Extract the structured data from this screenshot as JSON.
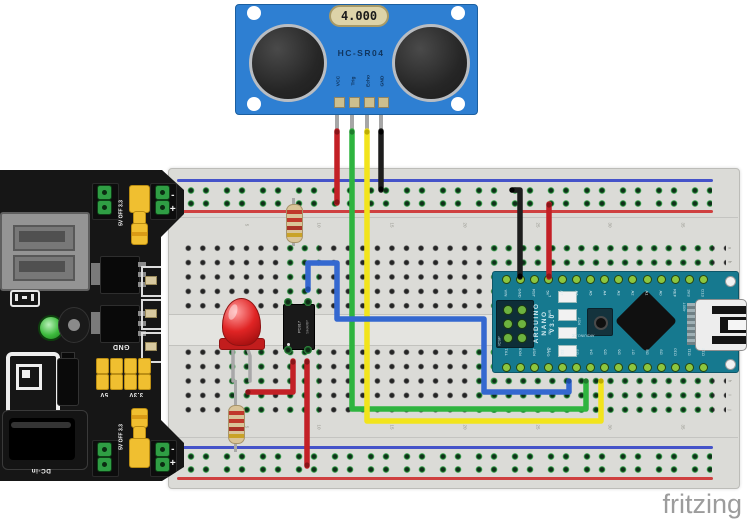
{
  "colors": {
    "page_bg": "#ffffff",
    "board_gray": "#dbdbd7",
    "rail_blue": "#4553c9",
    "rail_red": "#cf4040",
    "hole_green": "#2f9e44",
    "module_black": "#161616",
    "jumper_yellow": "#f0bf30",
    "sensor_blue": "#2e7fd2",
    "nano_teal": "#16798f",
    "pin_green": "#8cc63f",
    "wire_red": "#c32026",
    "wire_green": "#2eb43f",
    "wire_yellow": "#f2e41c",
    "wire_black": "#1d1d1d",
    "wire_blue": "#3468d0",
    "led_red": "#e02424",
    "resistor_beige": "#d9c498",
    "logo_gray": "#9c9c9c"
  },
  "sensor": {
    "part": "HC-SR04",
    "crystal_label": "4.000",
    "board_label": "HC-SR04",
    "pin_labels": [
      "VCC",
      "Trig",
      "Echo",
      "GND"
    ]
  },
  "nano": {
    "brand_line1": "ARDUINO",
    "brand_line2": "NANO",
    "brand_line3": "V3.0",
    "icsp_label": "ICSP",
    "reset_label": "RST",
    "cc_label": "ARDUINO.CC",
    "usb_label": "USB",
    "chip_marking": "4007",
    "status_led_labels": [
      "L",
      "PWR",
      "RX",
      "TX"
    ],
    "pins_top": [
      "VIN",
      "GND",
      "RST",
      "5V",
      "A7",
      "A6",
      "A5",
      "A4",
      "A3",
      "A2",
      "A1",
      "A0",
      "REF",
      "3V3",
      "D13"
    ],
    "pins_bottom": [
      "TX1",
      "RX0",
      "RST",
      "GND",
      "D2",
      "D3",
      "D4",
      "D5",
      "D6",
      "D7",
      "D8",
      "D9",
      "D10",
      "D11",
      "D12"
    ]
  },
  "optocoupler": {
    "line1": "PC817",
    "line2": "SHARP"
  },
  "power_module": {
    "jumper_label": "5V OFF 3.3",
    "gnd_header_label": "GND",
    "header_5v_label": "5V",
    "header_33v_label": "3.3V",
    "dc_in_label": "DC-in",
    "rail_plus": "+",
    "rail_minus": "-"
  },
  "breadboard": {
    "column_numbers": [
      "5",
      "10",
      "15",
      "20",
      "25",
      "30",
      "35"
    ],
    "row_letters_top": [
      "a",
      "b",
      "c",
      "d",
      "e"
    ],
    "row_letters_bottom": [
      "f",
      "g",
      "h",
      "i",
      "j"
    ]
  },
  "footer": {
    "logo_text": "fritzing"
  }
}
